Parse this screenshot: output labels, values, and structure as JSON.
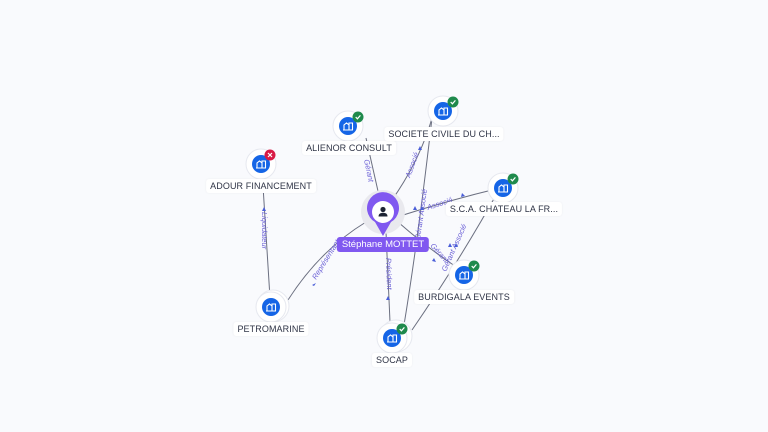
{
  "graph": {
    "center": {
      "name": "Stéphane MOTTET",
      "type": "person",
      "icon": "person-icon",
      "color": "#8058f0"
    },
    "companies": [
      {
        "id": "adour",
        "name": "ADOUR FINANCEMENT",
        "status": "closed",
        "icon": "building-icon"
      },
      {
        "id": "alienor",
        "name": "ALIENOR CONSULT",
        "status": "active",
        "icon": "building-icon"
      },
      {
        "id": "scdc",
        "name": "SOCIETE CIVILE DU CH...",
        "status": "active",
        "icon": "building-icon"
      },
      {
        "id": "scachateau",
        "name": "S.C.A. CHATEAU LA FR...",
        "status": "active",
        "icon": "building-icon"
      },
      {
        "id": "burdigala",
        "name": "BURDIGALA EVENTS",
        "status": "active",
        "icon": "building-icon"
      },
      {
        "id": "petromarine",
        "name": "PETROMARINE",
        "status": "none",
        "icon": "building-icon"
      },
      {
        "id": "socap",
        "name": "SOCAP",
        "status": "active",
        "icon": "building-icon"
      }
    ],
    "edges": [
      {
        "from": "center",
        "to": "alienor",
        "label": "Gérant"
      },
      {
        "from": "center",
        "to": "scdc",
        "label": "Associé"
      },
      {
        "from": "center",
        "to": "scachateau",
        "label": "Associé"
      },
      {
        "from": "center",
        "to": "socap",
        "label": "Président"
      },
      {
        "from": "center",
        "to": "petromarine",
        "label": "Représentant"
      },
      {
        "from": "center",
        "to": "burdigala",
        "label": "Gérant"
      },
      {
        "from": "scdc",
        "to": "socap",
        "label": "Gérant Associé"
      },
      {
        "from": "scachateau",
        "to": "socap",
        "label": "Gérant Associé"
      },
      {
        "from": "petromarine",
        "to": "adour",
        "label": "Liquidateur"
      }
    ]
  }
}
